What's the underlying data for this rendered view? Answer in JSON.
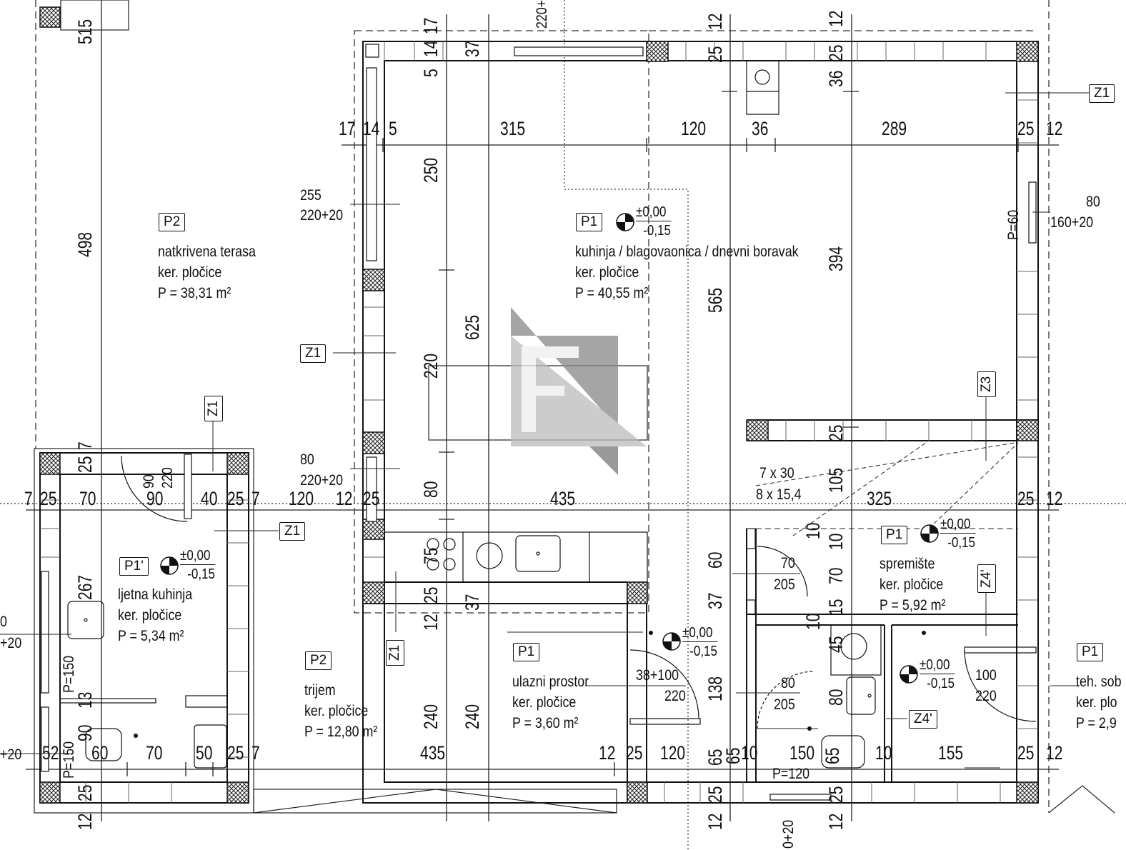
{
  "rooms": [
    {
      "tag": "P2",
      "name": "natkrivena terasa",
      "floor": "ker. pločice",
      "area": "P = 38,31 m²"
    },
    {
      "tag": "P1",
      "name": "kuhinja / blagovaonica / dnevni boravak",
      "floor": "ker. pločice",
      "area": "P = 40,55 m²"
    },
    {
      "tag": "P1'",
      "name": "ljetna kuhinja",
      "floor": "ker. pločice",
      "area": "P = 5,34 m²"
    },
    {
      "tag": "P2",
      "name": "trijem",
      "floor": "ker. pločice",
      "area": "P = 12,80 m²"
    },
    {
      "tag": "P1",
      "name": "ulazni prostor",
      "floor": "ker. pločice",
      "area": "P = 3,60 m²"
    },
    {
      "tag": "P1",
      "name": "spremište",
      "floor": "ker. pločice",
      "area": "P = 5,92 m²"
    },
    {
      "tag": "P1",
      "name": "teh. sob",
      "floor": "ker. plo",
      "area": "P = 2,9"
    }
  ],
  "levels": {
    "top": "±0,00",
    "bottom": "-0,15"
  },
  "wall_tags": [
    "Z1",
    "Z1",
    "Z1",
    "Z1",
    "Z1",
    "Z3",
    "Z4'",
    "Z4'"
  ],
  "openings": {
    "o255": "255",
    "o220_20a": "220+20",
    "o80a": "80",
    "o220_20b": "220+20",
    "o80b": "80",
    "o160_20": "160+20",
    "o90": "90",
    "o220a": "220",
    "o70": "70",
    "o205a": "205",
    "o80c": "80",
    "o205b": "205",
    "o38_100": "38+100",
    "o220b": "220",
    "o100": "100",
    "o220c": "220",
    "p60": "P=60",
    "p150a": "P=150",
    "p150b": "P=150",
    "p120": "P=120",
    "stairs1": "7 x 30",
    "stairs2": "8 x 15,4",
    "edge_a": "0",
    "edge_b": "+20",
    "edge_c": "+20",
    "edge_d": "0+20",
    "edge_e": "220+"
  },
  "dims_h": {
    "row1": [
      "17",
      "14",
      "5",
      "315",
      "120",
      "36",
      "289",
      "25",
      "12"
    ],
    "row2": [
      "7",
      "25",
      "70",
      "90",
      "40",
      "25",
      "7",
      "120",
      "12",
      "25",
      "435",
      "325",
      "25",
      "12"
    ],
    "row3": [
      "52",
      "60",
      "70",
      "50",
      "25",
      "7",
      "435",
      "12",
      "25",
      "120",
      "65",
      "10",
      "150",
      "65",
      "10",
      "155",
      "25",
      "12"
    ]
  },
  "dims_v": {
    "a515": "515",
    "a498": "498",
    "a25": "25",
    "a7": "7",
    "a267": "267",
    "a13": "13",
    "a90": "90",
    "a25b": "25",
    "a12": "12",
    "b17": "17",
    "b14": "14",
    "b5": "5",
    "b250": "250",
    "b625": "625",
    "b220": "220",
    "b80": "80",
    "b75": "75",
    "b25": "25",
    "b12": "12",
    "b240": "240",
    "b37": "37",
    "b37b": "37",
    "b240b": "240",
    "c12": "12",
    "c25": "25",
    "c565": "565",
    "c60": "60",
    "c37": "37",
    "c138": "138",
    "c65": "65",
    "c25b": "25",
    "c12b": "12",
    "d12": "12",
    "d25": "25",
    "d36": "36",
    "d394": "394",
    "d25b": "25",
    "d105": "105",
    "d10": "10",
    "d10b": "10",
    "d70": "70",
    "d15": "15",
    "d10c": "10",
    "d45": "45",
    "d80": "80",
    "d25c": "25",
    "d12b": "12"
  }
}
